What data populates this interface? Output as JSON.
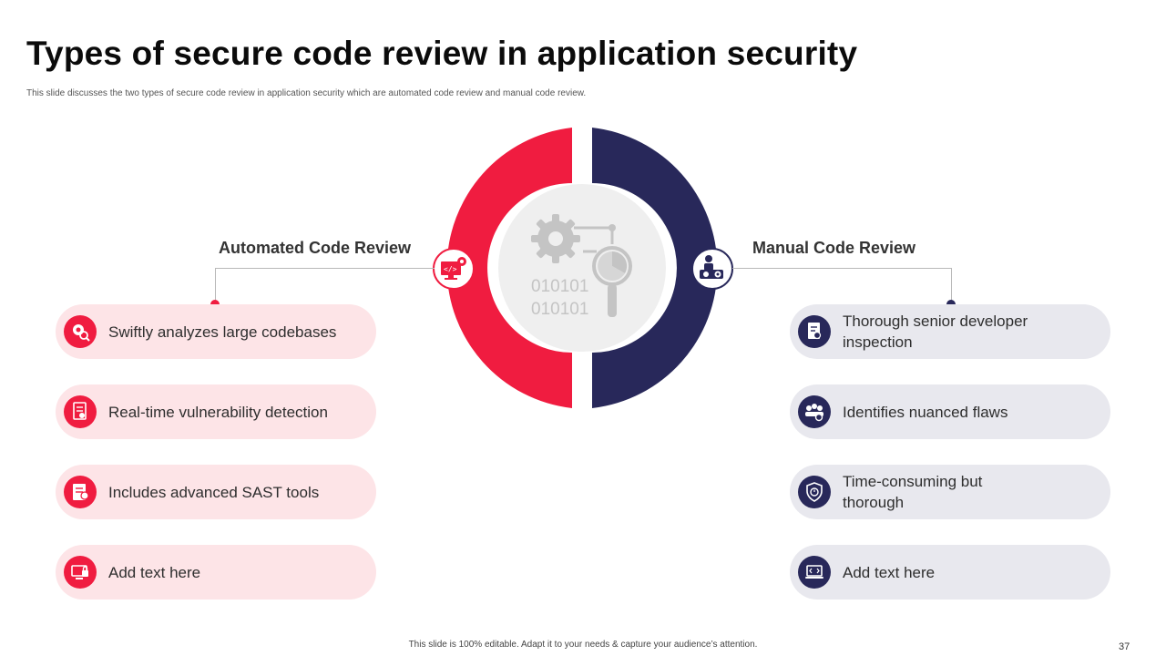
{
  "slide": {
    "title": "Types of secure code review in application security",
    "subtitle": "This slide discusses the two types of secure code review in application security which are automated code review and manual code review.",
    "footer": "This slide is 100% editable. Adapt it to your needs & capture your audience’s attention.",
    "page_number": "37"
  },
  "center": {
    "binary_line_1": "010101",
    "binary_line_2": "010101"
  },
  "automated": {
    "heading": "Automated Code Review",
    "items": [
      {
        "label": "Swiftly analyzes large codebases",
        "icon": "gear-magnifier-icon"
      },
      {
        "label": "Real-time vulnerability detection",
        "icon": "document-scan-icon"
      },
      {
        "label": "Includes advanced SAST tools",
        "icon": "tool-document-icon"
      },
      {
        "label": "Add text here",
        "icon": "computer-lock-icon"
      }
    ]
  },
  "manual": {
    "heading": "Manual Code Review",
    "items": [
      {
        "label": "Thorough senior developer inspection",
        "icon": "document-inspect-icon"
      },
      {
        "label": "Identifies nuanced flaws",
        "icon": "team-gear-icon"
      },
      {
        "label": "Time-consuming but thorough",
        "icon": "clock-shield-icon"
      },
      {
        "label": "Add text here",
        "icon": "laptop-code-icon"
      }
    ]
  },
  "colors": {
    "accent_red": "#f01c40",
    "accent_navy": "#28285a",
    "pill_red": "#fde4e7",
    "pill_gray": "#e8e8ee"
  }
}
